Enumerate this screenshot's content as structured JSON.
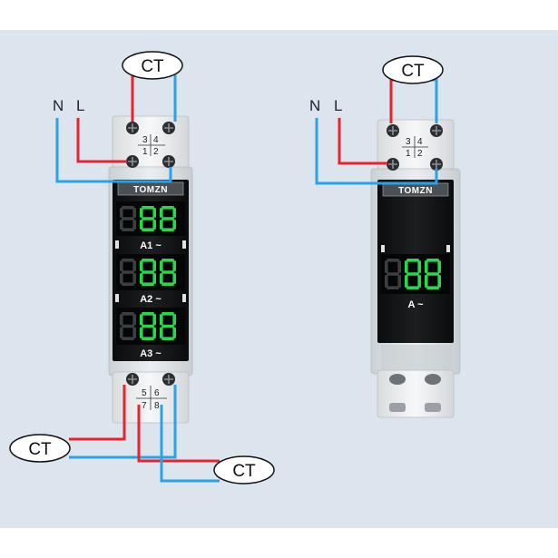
{
  "colors": {
    "background": "#dce5ee",
    "wire_live": "#e8232e",
    "wire_neutral": "#2aa3e6",
    "segment_on": "#2bd64b",
    "segment_off": "#3a3f42",
    "display_bg": "#050606",
    "housing": "#f3f4f5"
  },
  "left_device": {
    "brand": "TOMZN",
    "ct_top": "CT",
    "line_labels": {
      "n": "N",
      "l": "L"
    },
    "top_terminals": {
      "t3": "3",
      "t4": "4",
      "t1": "1",
      "t2": "2"
    },
    "bottom_terminals": {
      "t5": "5",
      "t6": "6",
      "t7": "7",
      "t8": "8"
    },
    "channels": [
      {
        "label": "A1 ~"
      },
      {
        "label": "A2 ~"
      },
      {
        "label": "A3 ~"
      }
    ],
    "ct_bottom_left": "CT",
    "ct_bottom_right": "CT"
  },
  "right_device": {
    "brand": "TOMZN",
    "ct_top": "CT",
    "line_labels": {
      "n": "N",
      "l": "L"
    },
    "top_terminals": {
      "t3": "3",
      "t4": "4",
      "t1": "1",
      "t2": "2"
    },
    "channel": {
      "label": "A ~"
    }
  }
}
